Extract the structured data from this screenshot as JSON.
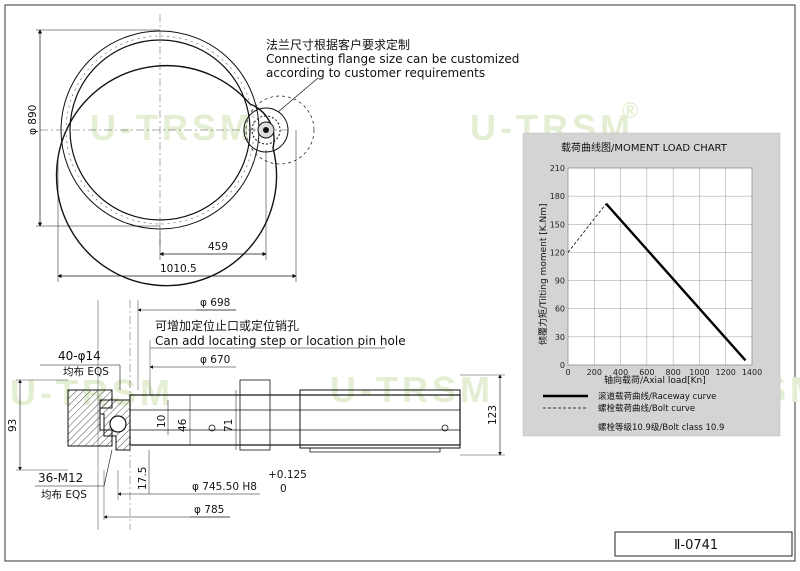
{
  "annotations": {
    "flange_note_cn": "法兰尺寸根据客户要求定制",
    "flange_note_en_1": "Connecting flange size can be customized",
    "flange_note_en_2": "according to customer requirements",
    "locating_note_cn": "可增加定位止口或定位销孔",
    "locating_note_en": "Can add locating step or location pin hole"
  },
  "dimensions": {
    "dia_890": "φ 890",
    "d_459": "459",
    "d_1010": "1010.5",
    "dia_698": "φ 698",
    "dia_670": "φ 670",
    "holes_top": "40-φ14",
    "holes_top_eqs": "均布 EQS",
    "d_93": "93",
    "d_10": "10",
    "d_46": "46",
    "d_71": "71",
    "d_123": "123",
    "d_17_5": "17.5",
    "holes_bottom": "36-M12",
    "holes_bottom_eqs": "均布 EQS",
    "dia_745": "φ 745.50 H8",
    "tol_upper": "+0.125",
    "tol_lower": "0",
    "dia_785": "φ 785"
  },
  "watermark": {
    "text": "U-TRSM",
    "mark": "®"
  },
  "drawing_code": "Ⅱ-0741",
  "chart_data": {
    "type": "line",
    "title": "载荷曲线图/MOMENT LOAD CHART",
    "xlabel": "轴向载荷/Axial load[Kn]",
    "ylabel": "倾覆力矩/Tilting moment [K.Nm]",
    "xlim": [
      0,
      1400
    ],
    "ylim": [
      0,
      210
    ],
    "xticks": [
      "0",
      "200",
      "400",
      "600",
      "800",
      "1000",
      "1200",
      "1400"
    ],
    "yticks": [
      "0",
      "30",
      "60",
      "90",
      "120",
      "150",
      "180",
      "210"
    ],
    "grid": true,
    "series": [
      {
        "name": "滚道载荷曲线/Raceway curve",
        "style": "solid",
        "x": [
          290,
          1350
        ],
        "y": [
          172,
          5
        ]
      },
      {
        "name": "螺栓载荷曲线/Bolt curve",
        "style": "dashed",
        "x": [
          0,
          290
        ],
        "y": [
          120,
          172
        ]
      }
    ],
    "footnote": "螺栓等级10.9级/Bolt class 10.9"
  }
}
